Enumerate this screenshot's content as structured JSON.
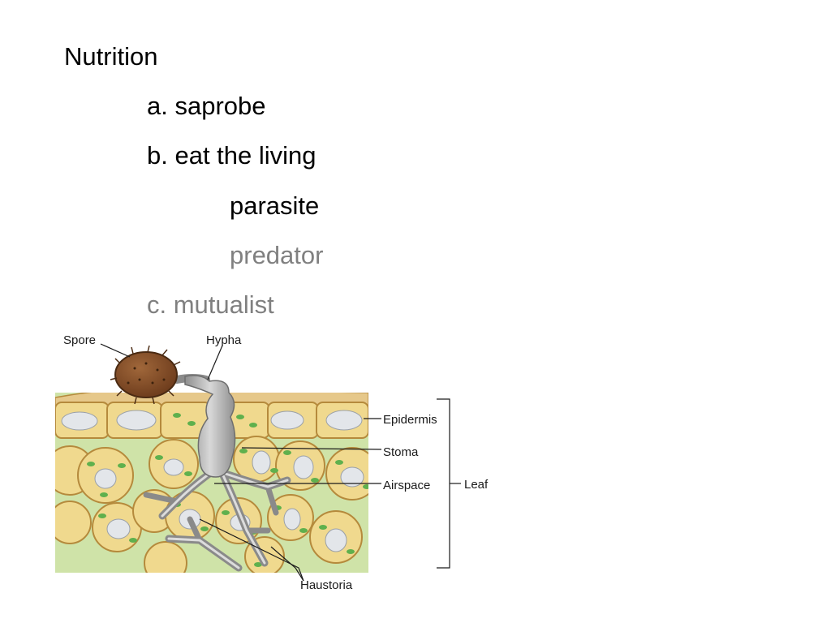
{
  "slide": {
    "title": "Nutrition",
    "items": [
      {
        "text": "a. saprobe",
        "color": "#000000"
      },
      {
        "text": "b. eat the living",
        "color": "#000000"
      },
      {
        "text": "parasite",
        "color": "#000000"
      },
      {
        "text": "predator",
        "color": "#808080"
      },
      {
        "text": "c. mutualist",
        "color": "#808080"
      }
    ]
  },
  "figure": {
    "labels": {
      "spore": "Spore",
      "hypha": "Hypha",
      "epidermis": "Epidermis",
      "stoma": "Stoma",
      "airspace": "Airspace",
      "leaf": "Leaf",
      "haustoria": "Haustoria"
    }
  }
}
